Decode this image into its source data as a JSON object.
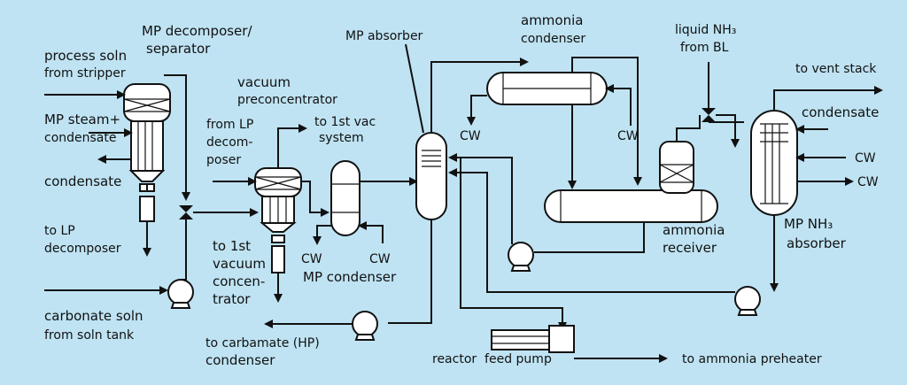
{
  "labels": {
    "mp_decomposer_1": "MP decomposer/",
    "mp_decomposer_2": "separator",
    "process_soln_1": "process soln",
    "process_soln_2": "from stripper",
    "mp_steam_1": "MP steam+",
    "mp_steam_2": "condensate",
    "condensate_left": "condensate",
    "to_lp_1": "to LP",
    "to_lp_2": "decomposer",
    "carbonate_1": "carbonate soln",
    "carbonate_2": "from soln tank",
    "vacuum_pre_1": "vacuum",
    "vacuum_pre_2": "preconcentrator",
    "from_lp_1": "from LP",
    "from_lp_2": "decom-",
    "from_lp_3": "poser",
    "to_vac_sys_1": "to 1st vac",
    "to_vac_sys_2": "system",
    "to_vac_conc_1": "to 1st",
    "to_vac_conc_2": "vacuum",
    "to_vac_conc_3": "concen-",
    "to_vac_conc_4": "trator",
    "cw_mp_cond_left": "CW",
    "cw_mp_cond_right": "CW",
    "mp_condenser": "MP condenser",
    "to_carbamate_1": "to carbamate (HP)",
    "to_carbamate_2": "condenser",
    "mp_absorber": "MP absorber",
    "ammonia_condenser_1": "ammonia",
    "ammonia_condenser_2": "condenser",
    "cw_amm_cond_left": "CW",
    "cw_amm_cond_right": "CW",
    "liquid_nh3_1": "liquid NH₃",
    "liquid_nh3_2": "from BL",
    "ammonia_receiver_1": "ammonia",
    "ammonia_receiver_2": "receiver",
    "to_vent_stack": "to vent stack",
    "condensate_right": "condensate",
    "cw_right_1": "CW",
    "cw_right_2": "CW",
    "mp_nh3_absorber_1": "MP NH₃",
    "mp_nh3_absorber_2": "absorber",
    "reactor_feed_pump": "reactor  feed pump",
    "to_ammonia_preheater": "to ammonia preheater"
  }
}
